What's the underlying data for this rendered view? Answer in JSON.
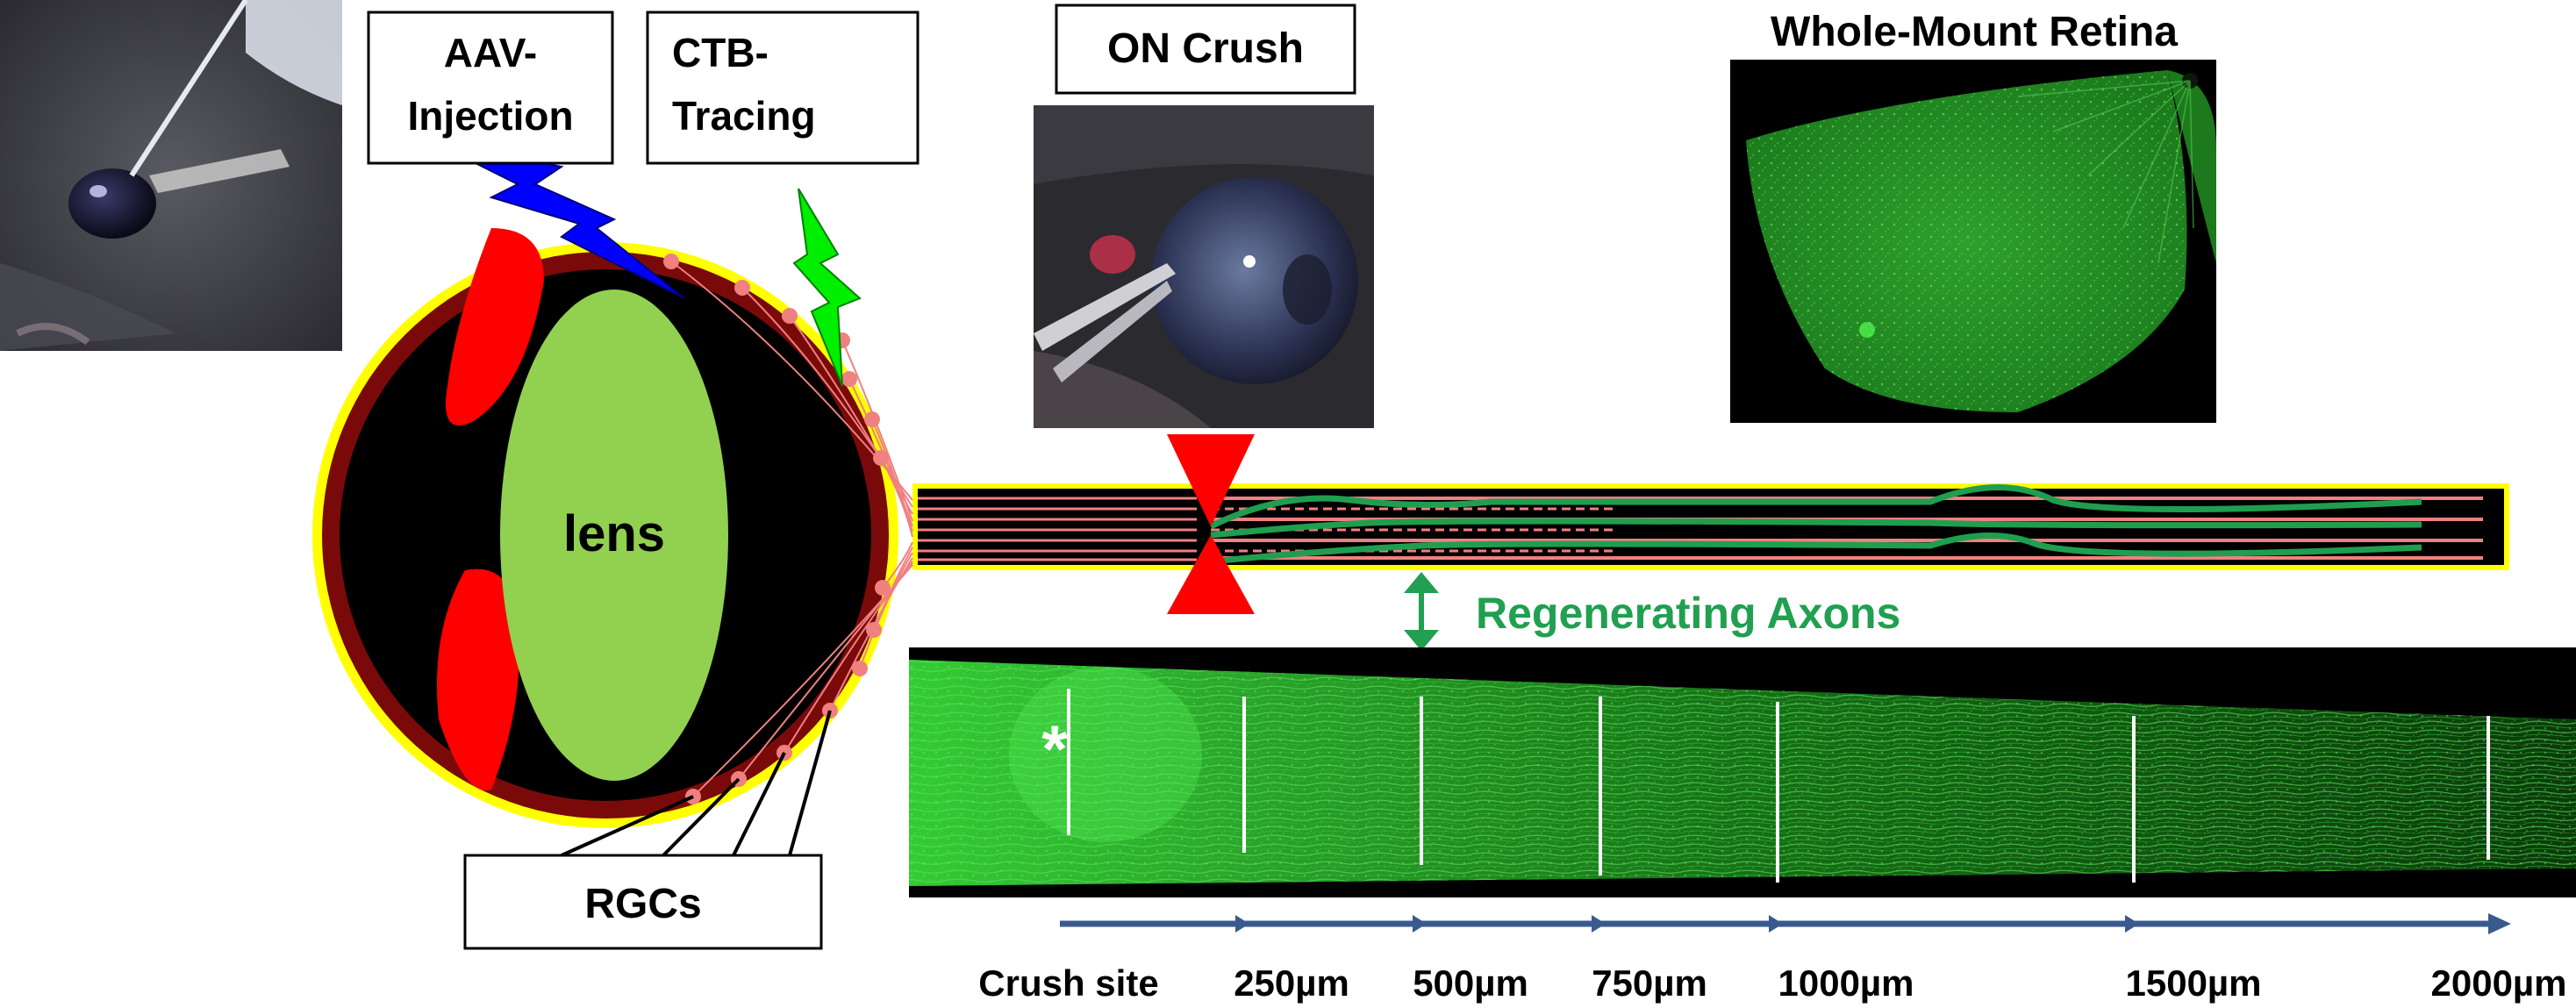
{
  "labels": {
    "aav_injection_line1": "AAV-",
    "aav_injection_line2": "Injection",
    "ctb_tracing_line1": "CTB-",
    "ctb_tracing_line2": "Tracing",
    "on_crush": "ON Crush",
    "whole_mount_retina": "Whole-Mount Retina",
    "lens": "lens",
    "rgcs": "RGCs",
    "regenerating_axons": "Regenerating Axons"
  },
  "distance_axis": {
    "ticks": [
      "Crush site",
      "250µm",
      "500µm",
      "750µm",
      "1000µm",
      "1500µm",
      "2000µm"
    ],
    "marker": "*"
  },
  "colors": {
    "background": "#ffffff",
    "eye_outer_yellow": "#ffff00",
    "eye_wall_darkred": "#7a0a0a",
    "eye_interior": "#000000",
    "lens_green": "#92d050",
    "ciliary_red": "#ff0000",
    "rgc_pink": "#f08080",
    "axon_green": "#1f9e50",
    "label_green": "#20a050",
    "bolt_blue": "#0000ff",
    "bolt_green": "#00ee00",
    "crush_red": "#ff0000",
    "arrow_blue": "#3a5a8c",
    "fluorescence_green": "#33cc33"
  }
}
